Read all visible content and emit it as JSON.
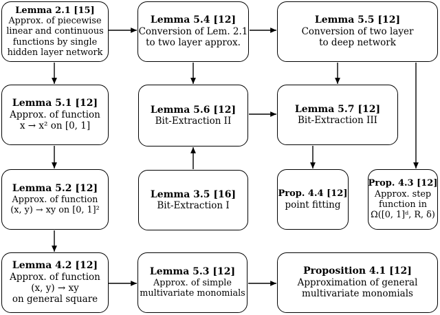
{
  "nodes": {
    "l21": {
      "title": "Lemma 2.1 [15]",
      "body": "Approx. of piecewise\nlinear and continuous\nfunctions by single\nhidden layer network"
    },
    "l54": {
      "title": "Lemma 5.4 [12]",
      "body": "Conversion of Lem. 2.1\nto two layer approx."
    },
    "l55": {
      "title": "Lemma 5.5 [12]",
      "body": "Conversion of two layer\nto deep network"
    },
    "l51": {
      "title": "Lemma 5.1 [12]",
      "body": "Approx. of function\nx → x² on [0, 1]"
    },
    "l56": {
      "title": "Lemma 5.6 [12]",
      "body": "Bit-Extraction II"
    },
    "l57": {
      "title": "Lemma 5.7 [12]",
      "body": "Bit-Extraction III"
    },
    "l52": {
      "title": "Lemma 5.2 [12]",
      "body": "Approx. of function\n(x, y) → xy on [0, 1]²"
    },
    "l35": {
      "title": "Lemma 3.5 [16]",
      "body": "Bit-Extraction I"
    },
    "p44": {
      "title": "Prop. 4.4 [12]",
      "body": "point fitting"
    },
    "p43": {
      "title": "Prop. 4.3 [12]",
      "body": "Approx. step\nfunction in\nΩ([0, 1]ᵈ, R, δ)"
    },
    "l42": {
      "title": "Lemma 4.2 [12]",
      "body": "Approx. of function\n(x, y) → xy\non general square"
    },
    "l53": {
      "title": "Lemma 5.3 [12]",
      "body": "Approx. of simple\nmultivariate monomials"
    },
    "p41": {
      "title": "Proposition 4.1 [12]",
      "body": "Approximation of general\nmultivariate monomials"
    }
  }
}
